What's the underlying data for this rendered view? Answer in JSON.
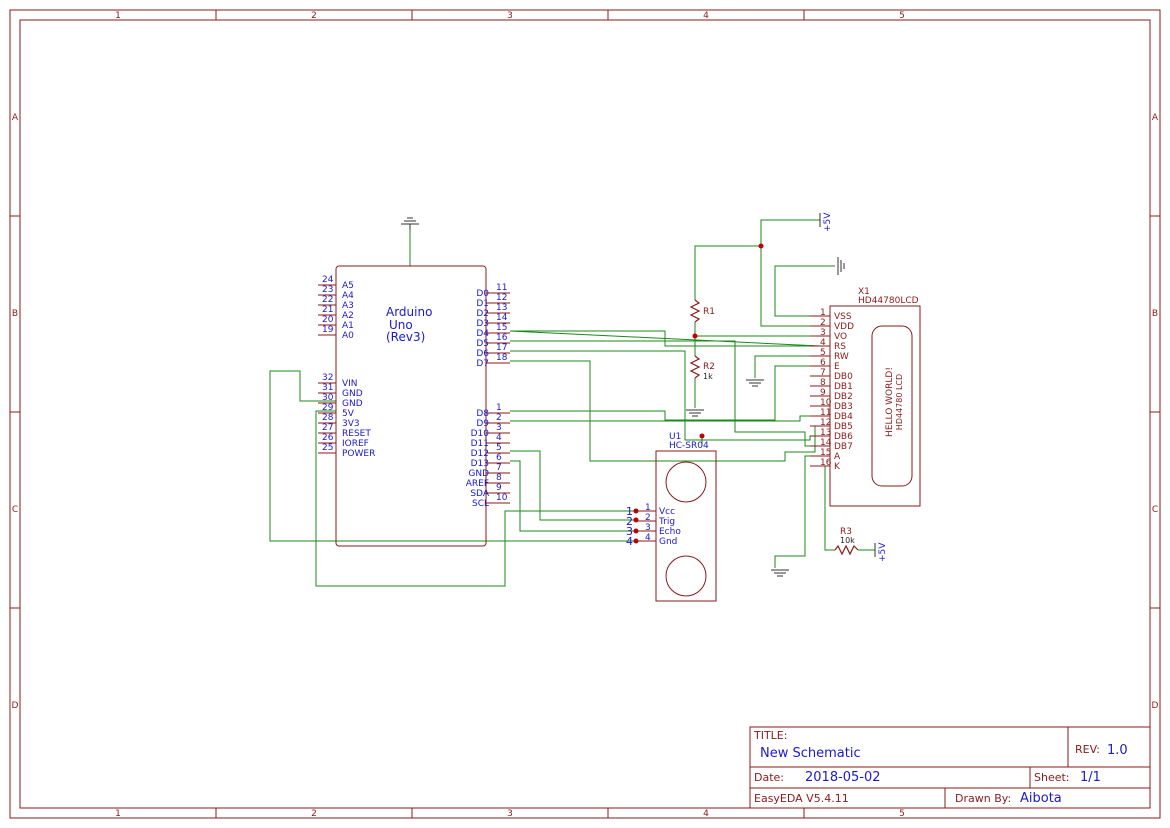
{
  "frame": {
    "cols": [
      "1",
      "2",
      "3",
      "4",
      "5"
    ],
    "rows": [
      "A",
      "B",
      "C",
      "D"
    ]
  },
  "arduino": {
    "name": "Arduino",
    "model": "Uno",
    "rev": "(Rev3)",
    "left_pins": [
      {
        "num": "24",
        "name": "A5"
      },
      {
        "num": "23",
        "name": "A4"
      },
      {
        "num": "22",
        "name": "A3"
      },
      {
        "num": "21",
        "name": "A2"
      },
      {
        "num": "20",
        "name": "A1"
      },
      {
        "num": "19",
        "name": "A0"
      }
    ],
    "left_pins2": [
      {
        "num": "32",
        "name": "VIN"
      },
      {
        "num": "31",
        "name": "GND"
      },
      {
        "num": "30",
        "name": "GND"
      },
      {
        "num": "29",
        "name": "5V"
      },
      {
        "num": "28",
        "name": "3V3"
      },
      {
        "num": "27",
        "name": "RESET"
      },
      {
        "num": "26",
        "name": "IOREF"
      },
      {
        "num": "25",
        "name": "POWER"
      }
    ],
    "right_pins": [
      {
        "num": "11",
        "name": "D0"
      },
      {
        "num": "12",
        "name": "D1"
      },
      {
        "num": "13",
        "name": "D2"
      },
      {
        "num": "14",
        "name": "D3"
      },
      {
        "num": "15",
        "name": "D4"
      },
      {
        "num": "16",
        "name": "D5"
      },
      {
        "num": "17",
        "name": "D6"
      },
      {
        "num": "18",
        "name": "D7"
      }
    ],
    "right_pins2": [
      {
        "num": "1",
        "name": "D8"
      },
      {
        "num": "2",
        "name": "D9"
      },
      {
        "num": "3",
        "name": "D10"
      },
      {
        "num": "4",
        "name": "D11"
      },
      {
        "num": "5",
        "name": "D12"
      },
      {
        "num": "6",
        "name": "D13"
      },
      {
        "num": "7",
        "name": "GND"
      },
      {
        "num": "8",
        "name": "AREF"
      },
      {
        "num": "9",
        "name": "SDA"
      },
      {
        "num": "10",
        "name": "SCL"
      }
    ]
  },
  "lcd": {
    "ref": "X1",
    "part": "HD44780LCD",
    "screen_text": "HELLO WORLD!",
    "screen_text2": "HD44780 LCD",
    "pins": [
      {
        "num": "1",
        "name": "VSS"
      },
      {
        "num": "2",
        "name": "VDD"
      },
      {
        "num": "3",
        "name": "VO"
      },
      {
        "num": "4",
        "name": "RS"
      },
      {
        "num": "5",
        "name": "RW"
      },
      {
        "num": "6",
        "name": "E"
      },
      {
        "num": "7",
        "name": "DB0"
      },
      {
        "num": "8",
        "name": "DB1"
      },
      {
        "num": "9",
        "name": "DB2"
      },
      {
        "num": "10",
        "name": "DB3"
      },
      {
        "num": "11",
        "name": "DB4"
      },
      {
        "num": "12",
        "name": "DB5"
      },
      {
        "num": "13",
        "name": "DB6"
      },
      {
        "num": "14",
        "name": "DB7"
      },
      {
        "num": "15",
        "name": "A"
      },
      {
        "num": "16",
        "name": "K"
      }
    ]
  },
  "sensor": {
    "ref": "U1",
    "part": "HC-SR04",
    "pins": [
      {
        "num": "1",
        "name": "Vcc",
        "ext": "1"
      },
      {
        "num": "2",
        "name": "Trig",
        "ext": "2"
      },
      {
        "num": "3",
        "name": "Echo",
        "ext": "3"
      },
      {
        "num": "4",
        "name": "Gnd",
        "ext": "4"
      }
    ]
  },
  "resistors": {
    "r1": {
      "ref": "R1"
    },
    "r2": {
      "ref": "R2",
      "value": "1k"
    },
    "r3": {
      "ref": "R3",
      "value": "10k"
    }
  },
  "power": {
    "vcc_label": "+5V"
  },
  "title_block": {
    "title_label": "TITLE:",
    "title": "New Schematic",
    "rev_label": "REV:",
    "rev": "1.0",
    "date_label": "Date:",
    "date": "2018-05-02",
    "sheet_label": "Sheet:",
    "sheet": "1/1",
    "tool": "EasyEDA V5.4.11",
    "drawn_label": "Drawn By:",
    "drawn": "Aibota"
  },
  "colors": {
    "frame": "#8b1a1a",
    "wire": "#1a8a1a",
    "junction": "#c00000",
    "label": "#1a1acc"
  }
}
